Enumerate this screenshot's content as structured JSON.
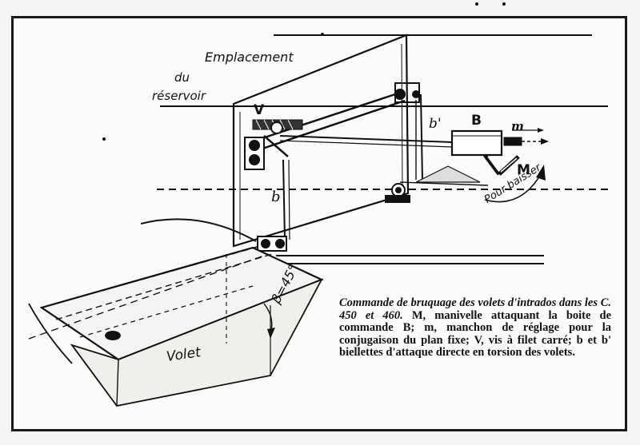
{
  "labels": {
    "emplacement": "Emplacement",
    "du": "du",
    "reservoir": "réservoir",
    "v": "V",
    "b_prime": "b'",
    "b_box": "B",
    "m_small": "m",
    "m_big": "M",
    "b_link": "b",
    "pour_baisser": "Pour baisser",
    "beta": "β=45°",
    "volet": "Volet"
  },
  "caption": {
    "title": "Commande de bruquage des volets d'intrados dans les C. 450 et 460.",
    "body": "M, manivelle attaquant la boite de commande B; m, manchon de réglage pour la conjugaison du plan fixe; V, vis à filet carré; b et b' biellettes d'attaque directe en torsion des volets."
  },
  "colors": {
    "ink": "#111111",
    "paper": "#fbfbf9"
  }
}
